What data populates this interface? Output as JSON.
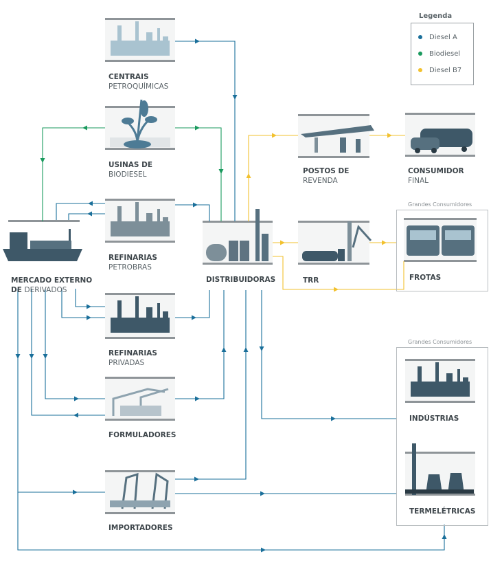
{
  "legend": {
    "title": "Legenda",
    "items": [
      {
        "label": "Diesel A",
        "color": "#1a6f9a"
      },
      {
        "label": "Biodiesel",
        "color": "#1a9a5e"
      },
      {
        "label": "Diesel B7",
        "color": "#f2c12e"
      }
    ]
  },
  "groups": {
    "top_title": "Grandes Consumidores",
    "bottom_title": "Grandes Consumidores"
  },
  "nodes": {
    "centrais": {
      "bold": "CENTRAIS",
      "normal": "PETROQUÍMICAS",
      "icon": "petrochemical-plant-icon"
    },
    "usinas": {
      "bold": "USINAS DE",
      "normal": "BIODIESEL",
      "icon": "biodiesel-plant-icon"
    },
    "ref_petrobras": {
      "bold": "REFINARIAS",
      "normal": "PETROBRAS",
      "icon": "refinery-icon"
    },
    "mercado": {
      "bold": "MERCADO EXTERNO",
      "normal_prefix": "DE ",
      "normal": "DERIVADOS",
      "icon": "tanker-ship-icon"
    },
    "ref_privadas": {
      "bold": "REFINARIAS",
      "normal": "PRIVADAS",
      "icon": "refinery-icon"
    },
    "formuladores": {
      "bold": "FORMULADORES",
      "icon": "port-crane-icon"
    },
    "importadores": {
      "bold": "IMPORTADORES",
      "icon": "harbor-crane-icon"
    },
    "distribuidoras": {
      "bold": "DISTRIBUIDORAS",
      "icon": "storage-tanks-icon"
    },
    "postos": {
      "bold": "POSTOS DE",
      "normal": "REVENDA",
      "icon": "gas-station-icon"
    },
    "consumidor": {
      "bold": "CONSUMIDOR",
      "normal": "FINAL",
      "icon": "car-icon"
    },
    "trr": {
      "bold": "TRR",
      "icon": "tanker-truck-icon"
    },
    "frotas": {
      "bold": "FROTAS",
      "icon": "trucks-icon"
    },
    "industrias": {
      "bold": "INDÚSTRIAS",
      "icon": "industry-icon"
    },
    "termeletricas": {
      "bold": "TERMELÉTRICAS",
      "icon": "power-plant-icon"
    }
  }
}
